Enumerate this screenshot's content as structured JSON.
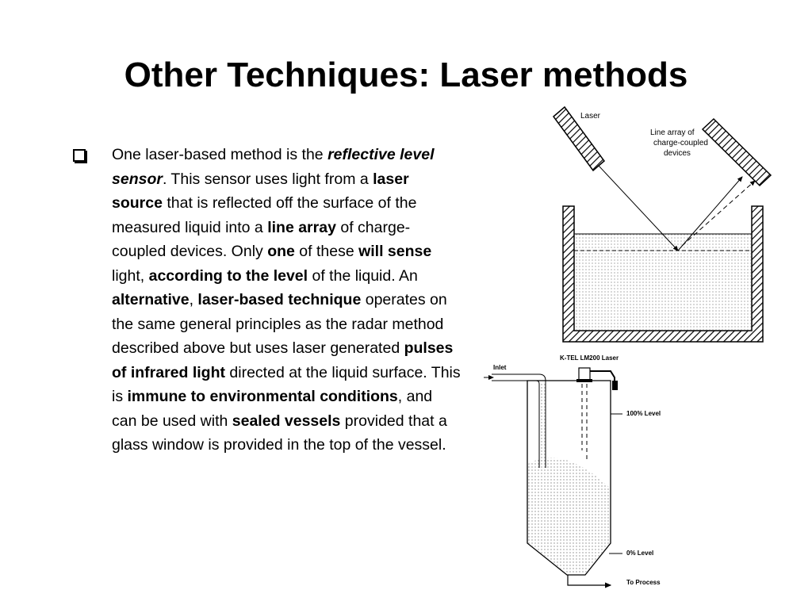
{
  "slide": {
    "title": "Other Techniques: Laser methods",
    "bullet_segments": [
      {
        "text": "One laser-based method is the ",
        "style": "normal"
      },
      {
        "text": "reflective level sensor",
        "style": "bold-italic"
      },
      {
        "text": ". This sensor uses light from a ",
        "style": "normal"
      },
      {
        "text": "laser source",
        "style": "bold"
      },
      {
        "text": " that is reflected off the surface of the measured liquid into a ",
        "style": "normal"
      },
      {
        "text": "line array",
        "style": "bold"
      },
      {
        "text": " of charge-coupled devices. Only ",
        "style": "normal"
      },
      {
        "text": "one",
        "style": "bold"
      },
      {
        "text": " of these ",
        "style": "normal"
      },
      {
        "text": "will sense",
        "style": "bold"
      },
      {
        "text": " light, ",
        "style": "normal"
      },
      {
        "text": "according to the level",
        "style": "bold"
      },
      {
        "text": " of the liquid. An ",
        "style": "normal"
      },
      {
        "text": "alternative",
        "style": "bold"
      },
      {
        "text": ", ",
        "style": "normal"
      },
      {
        "text": "laser-based technique",
        "style": "bold"
      },
      {
        "text": " operates on the same general principles as the radar method described above but uses laser generated ",
        "style": "normal"
      },
      {
        "text": "pulses of infrared light",
        "style": "bold"
      },
      {
        "text": " directed at the liquid surface. This is ",
        "style": "normal"
      },
      {
        "text": "immune to environmental conditions",
        "style": "bold"
      },
      {
        "text": ", and can be used with ",
        "style": "normal"
      },
      {
        "text": "sealed vessels",
        "style": "bold"
      },
      {
        "text": " provided that a glass window is provided in the top of the vessel.",
        "style": "normal"
      }
    ]
  },
  "figure_top": {
    "laser_label": "Laser",
    "ccd_label_lines": [
      "Line array of",
      "charge-coupled",
      "devices"
    ]
  },
  "figure_bottom": {
    "device_label": "K-TEL LM200 Laser",
    "inlet_label": "Inlet",
    "level_100_label": "100% Level",
    "level_0_label": "0% Level",
    "outlet_label": "To Process"
  }
}
